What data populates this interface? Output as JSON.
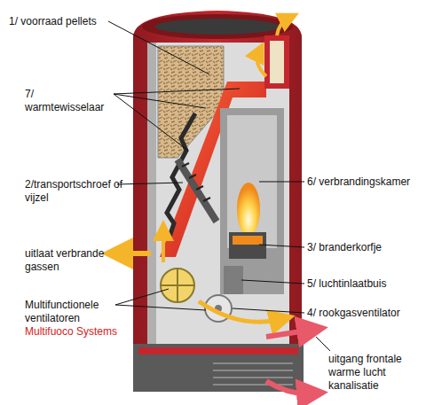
{
  "diagram": {
    "labels": [
      "1/ voorraad pellets",
      "7/ warmtewisselaar",
      "2/transportschroef of vijzel",
      "6/ verbrandingskamer",
      "uitlaat verbrande gassen",
      "3/ branderkorfje",
      "5/ luchtinlaatbuis",
      "Multifunctionele ventilatoren",
      "Multifuoco Systems",
      "4/ rookgasventilator",
      "uitgang frontale warme lucht kanalisatie"
    ]
  }
}
